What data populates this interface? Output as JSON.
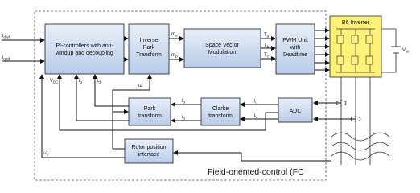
{
  "inputs": {
    "id_ref": "i",
    "id_ref_sub": "dref",
    "iq_ref": "i",
    "iq_ref_sub": "qref"
  },
  "blocks": {
    "pi": {
      "line1": "PI-controllers with anti-",
      "line2": "windup and decoupling"
    },
    "inv_park": {
      "line1": "Inverse",
      "line2": "Park",
      "line3": "Transform"
    },
    "svm": {
      "line1": "Space Vector",
      "line2": "Modulation"
    },
    "pwm": {
      "line1": "PWM Unit",
      "line2": "with",
      "line3": "Deadtime"
    },
    "inverter": {
      "title": "B6 Inverter"
    },
    "park": {
      "line1": "Park",
      "line2": "transform"
    },
    "clarke": {
      "line1": "Clarke",
      "line2": "transform"
    },
    "adc": {
      "label": "ADC"
    },
    "rotor": {
      "line1": "Rotor position",
      "line2": "interface"
    }
  },
  "signals": {
    "md": "m",
    "md_sub": "d",
    "mq": "m",
    "mq_sub": "q",
    "ma": "m",
    "ma_sub": "α",
    "mb": "m",
    "mb_sub": "β",
    "ta": "T",
    "ta_sub": "a",
    "tb": "T",
    "tb_sub": "b",
    "tc": "T",
    "tc_sub": "c",
    "vdc": "V",
    "vdc_sub": "DC",
    "id": "i",
    "id_sub": "d",
    "iq": "i",
    "iq_sub": "q",
    "theta": "ω",
    "ia_in": "i",
    "ia_in_sub": "α",
    "ib_in": "i",
    "ib_in_sub": "β",
    "iu": "i",
    "iu_sub": "u",
    "iv": "i",
    "iv_sub": "v",
    "wr": "ω",
    "wr_sub": "r",
    "vdc_src": "V",
    "vdc_src_sub": "dc"
  },
  "caption": "Field-oriented-control (FC",
  "colors": {
    "block_top": "#e8eff9",
    "block_bottom": "#b9cce8",
    "inverter": "#fff27a",
    "frame": "#555555"
  }
}
